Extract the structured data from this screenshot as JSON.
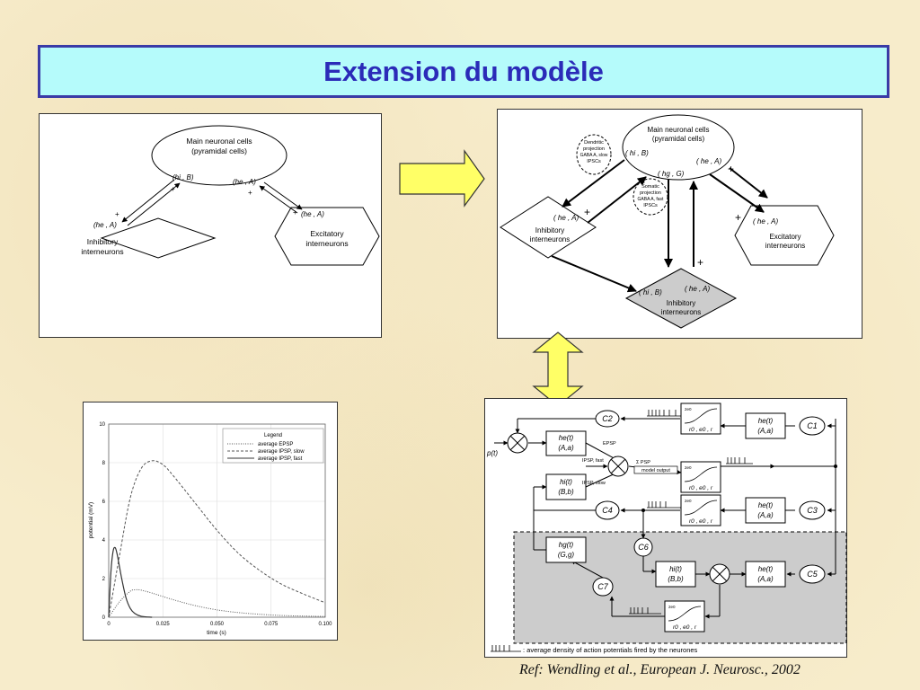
{
  "title": "Extension du modèle",
  "reference": "Ref: Wendling et al., European J. Neurosc., 2002",
  "colors": {
    "title_bg": "#b5fbfb",
    "title_text": "#2b2bb8",
    "arrow_fill": "#ffff66",
    "shaded": "#cccccc"
  },
  "left_diagram": {
    "main_l1": "Main neuronal cells",
    "main_l2": "(pyramidal cells)",
    "hi_b": "(hi , B)",
    "he_a_top": "(he , A)",
    "inh_param": "(he , A)",
    "inh_l1": "Inhibitory",
    "inh_l2": "interneurons",
    "exc_param": "(he , A)",
    "exc_l1": "Excitatory",
    "exc_l2": "interneurons",
    "plus": "+"
  },
  "right_diagram": {
    "main_l1": "Main neuronal cells",
    "main_l2": "(pyramidal cells)",
    "dendritic": [
      "Dendritic",
      "projection",
      "GABA A, slow",
      "IPSCs"
    ],
    "somatic": [
      "Somatic",
      "projection",
      "GABA A, fast",
      "IPSCs"
    ],
    "hi_b": "( hi , B)",
    "he_a": "( he , A)",
    "hg_g": "( hg , G)",
    "inh_param": "( he , A)",
    "inh_l1": "Inhibitory",
    "inh_l2": "interneurons",
    "exc_param": "( he , A)",
    "exc_l1": "Excitatory",
    "exc_l2": "interneurons",
    "fast_hi": "( hi , B)",
    "fast_he": "( he , A)",
    "fast_l1": "Inhibitory",
    "fast_l2": "interneurons",
    "plus": "+",
    "minus": "-"
  },
  "block_diagram": {
    "p_t": "p(t)",
    "c2": "C2",
    "c1": "C1",
    "c3": "C3",
    "c4": "C4",
    "c5": "C5",
    "c6": "C6",
    "c7": "C7",
    "he_t": "he(t)",
    "a_a": "(A,a)",
    "hi_t": "hi(t)",
    "b_b": "(B,b)",
    "hg_t": "hg(t)",
    "g_g": "(G,g)",
    "sigm": "2e0",
    "sig_params": "r0 , e0 , r",
    "epsp": "EPSP",
    "ipsp_fast": "IPSP, fast",
    "ipsp_slow": "IPSP, slow",
    "sum_psp": "Σ PSP",
    "model_output": "model output",
    "footer": ": average density of action potentials fired by the neurones"
  },
  "chart_data": {
    "type": "line",
    "title": "",
    "xlabel": "time (s)",
    "ylabel": "potential (mV)",
    "xlim": [
      0,
      0.1
    ],
    "ylim": [
      0,
      10
    ],
    "xticks": [
      "0",
      "0.025",
      "0.050",
      "0.075",
      "0.100"
    ],
    "yticks": [
      "0",
      "2",
      "4",
      "6",
      "8",
      "10"
    ],
    "grid": true,
    "legend": {
      "title": "Legend",
      "position": "top-right"
    },
    "series": [
      {
        "name": "average EPSP",
        "style": "dotted",
        "x": [
          0,
          0.005,
          0.01,
          0.0125,
          0.015,
          0.02,
          0.03,
          0.04,
          0.05,
          0.06,
          0.07,
          0.08,
          0.09,
          0.1
        ],
        "y": [
          0,
          0.8,
          1.35,
          1.42,
          1.4,
          1.25,
          0.9,
          0.6,
          0.38,
          0.24,
          0.15,
          0.09,
          0.06,
          0.04
        ]
      },
      {
        "name": "average IPSP, slow",
        "style": "dashed",
        "x": [
          0,
          0.005,
          0.01,
          0.015,
          0.02,
          0.025,
          0.03,
          0.04,
          0.05,
          0.06,
          0.07,
          0.08,
          0.09,
          0.1
        ],
        "y": [
          0,
          3.2,
          6.2,
          7.7,
          8.1,
          7.9,
          7.3,
          5.9,
          4.5,
          3.3,
          2.4,
          1.7,
          1.2,
          0.75
        ]
      },
      {
        "name": "average IPSP, fast",
        "style": "solid",
        "x": [
          0,
          0.001,
          0.002,
          0.003,
          0.004,
          0.006,
          0.008,
          0.01,
          0.012,
          0.015,
          0.02
        ],
        "y": [
          0,
          2.3,
          3.4,
          3.6,
          3.2,
          2.0,
          1.0,
          0.45,
          0.2,
          0.05,
          0.0
        ]
      }
    ]
  }
}
